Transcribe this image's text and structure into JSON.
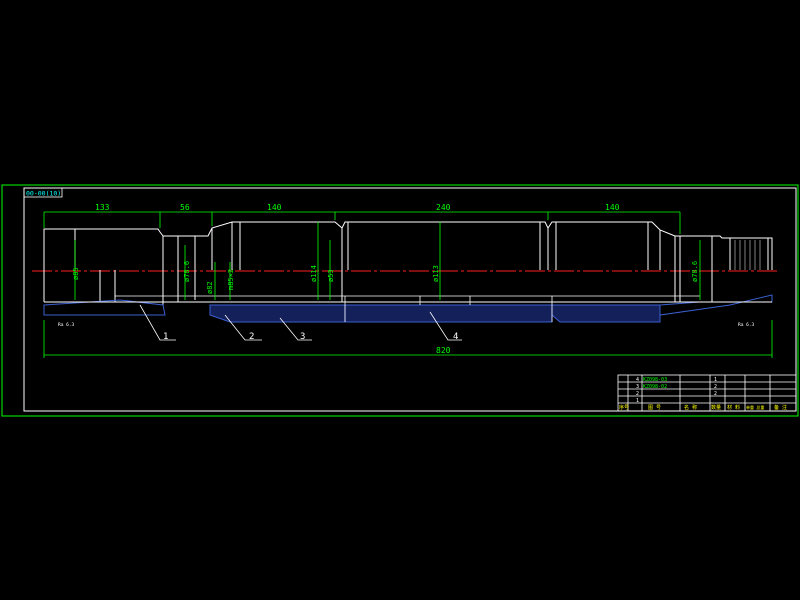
{
  "drawing": {
    "tag": "00-00(10)",
    "dimensions": {
      "lengths": [
        "133",
        "56",
        "140",
        "240",
        "140"
      ],
      "total": "820",
      "diameters": [
        "ø85",
        "ø78.6",
        "ø82",
        "m85×2",
        "ø114",
        "ø53",
        "ø113",
        "ø78.6"
      ]
    },
    "balloons": [
      "1",
      "2",
      "3",
      "4"
    ],
    "notes": {
      "left": "Ra 6.3",
      "right": "Ra 6.3"
    }
  },
  "title_block": {
    "rows": [
      {
        "no": "4",
        "code": "KZ098-03",
        "name": "",
        "qty": "1",
        "mat": "",
        "note": ""
      },
      {
        "no": "3",
        "code": "KZ098-02",
        "name": "",
        "qty": "2",
        "mat": "",
        "note": ""
      },
      {
        "no": "2",
        "code": "",
        "name": "",
        "qty": "2",
        "mat": "",
        "note": ""
      },
      {
        "no": "1",
        "code": "",
        "name": "",
        "qty": "",
        "mat": "",
        "note": ""
      }
    ],
    "header": [
      "序号",
      "图 号",
      "名  称",
      "数量",
      "材 料",
      "单重 总重",
      "备 注"
    ]
  },
  "colors": {
    "background": "#000000",
    "frame": "#00ff00",
    "outline": "#ffffff",
    "dimension": "#00ff00",
    "centerline": "#ff2020",
    "hatch": "#3a5fd0",
    "balloon": "#ffffff",
    "title_text": "#ffff00"
  }
}
